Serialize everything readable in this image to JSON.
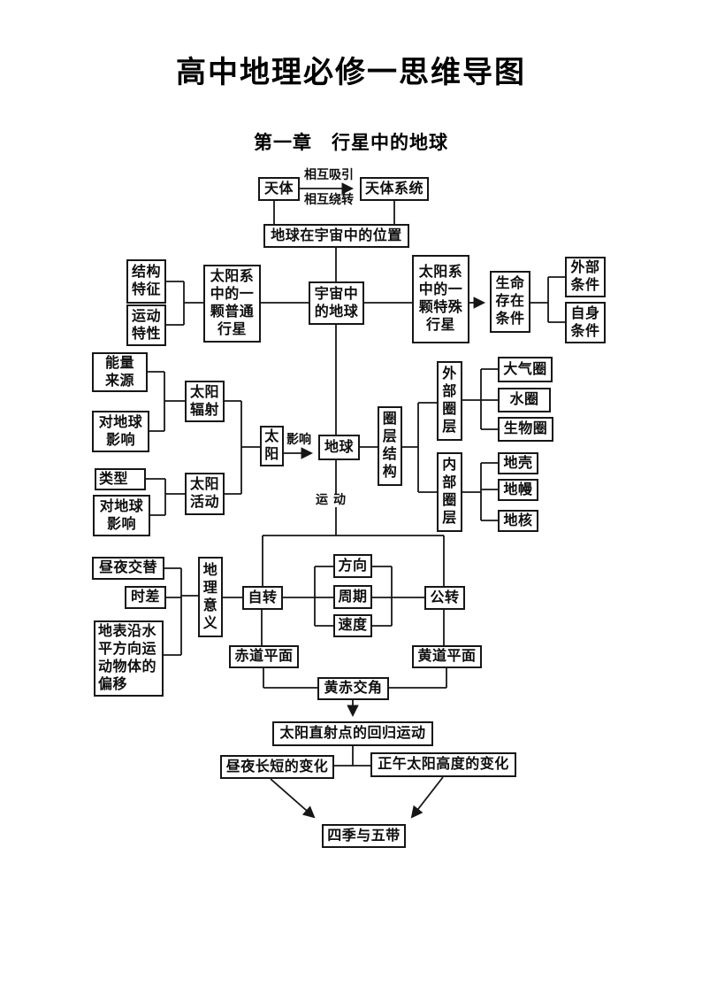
{
  "page": {
    "title": "高中地理必修一思维导图",
    "chapter": "第一章　行星中的地球"
  },
  "nodes": {
    "tianti": "天体",
    "tianti_xitong": "天体系统",
    "weizhi": "地球在宇宙中的位置",
    "jiegou_tezheng": "结构\n特征",
    "yundong_texing": "运动\n特性",
    "putong": "太阳系\n中的一\n颗普通\n行星",
    "yuzhou_diqiu": "宇宙中\n的地球",
    "teshu": "太阳系\n中的一\n颗特殊\n行星",
    "shengming": "生命\n存在\n条件",
    "waibu_tiaojian": "外部\n条件",
    "zishen_tiaojian": "自身\n条件",
    "nengliang": "能量\n来源",
    "fushe_yingxiang": "对地球\n影响",
    "taiyang_fushe": "太阳\n辐射",
    "leixing": "类型",
    "huodong_yingxiang": "对地球\n影响",
    "taiyang_huodong": "太阳\n活动",
    "taiyang": "太\n阳",
    "diqiu": "地球",
    "quanceng_jiegou": "圈\n层\n结\n构",
    "waibu_quanceng": "外\n部\n圈\n层",
    "daqiquan": "大气圈",
    "shuiquan": "水圈",
    "shengwuquan": "生物圈",
    "neibu_quanceng": "内\n部\n圈\n层",
    "diqiao": "地壳",
    "diman": "地幔",
    "dihe": "地核",
    "zhouye_jiaoti": "昼夜交替",
    "shicha": "时差",
    "pianyi": "地表沿水\n平方向运\n动物体的\n偏移",
    "dili_yiyi": "地\n理\n意\n义",
    "zizhuan": "自转",
    "fangxiang": "方向",
    "zhouqi": "周期",
    "sudu": "速度",
    "gongzhuan": "公转",
    "chidao_pingmian": "赤道平面",
    "huangdao_pingmian": "黄道平面",
    "huangchi_jiaojiao": "黄赤交角",
    "huigui_yundong": "太阳直射点的回归运动",
    "zhouye_changduan": "昼夜长短的变化",
    "zhengwu_gaodu": "正午太阳高度的变化",
    "siji_wudai": "四季与五带"
  },
  "edge_labels": {
    "xianghu_xiyin": "相互吸引",
    "xianghu_raozhuan": "相互绕转",
    "yingxiang": "影响",
    "yundong": "运动"
  },
  "colors": {
    "ink": "#161616",
    "background": "#ffffff"
  }
}
